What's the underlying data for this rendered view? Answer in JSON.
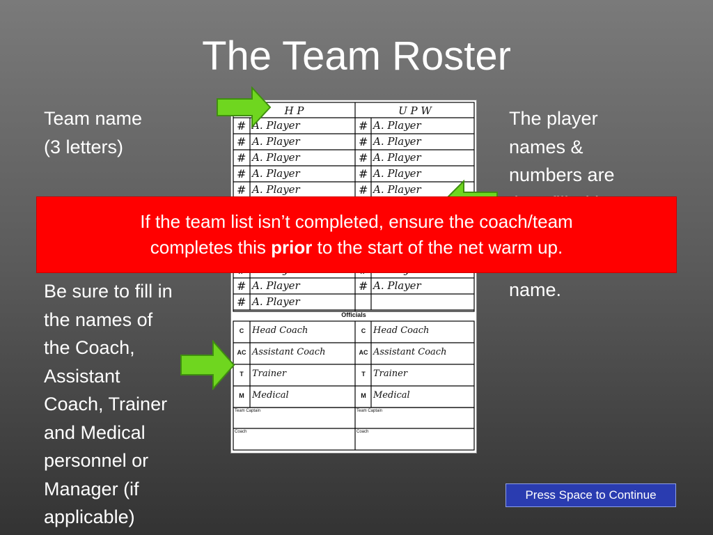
{
  "title": "The Team Roster",
  "left_top": {
    "line1": "Team name",
    "line2": "(3 letters)"
  },
  "left_bottom": [
    "Be sure to fill in",
    "the names of",
    "the Coach,",
    "Assistant",
    "Coach, Trainer",
    "and Medical",
    "personnel or",
    "Manager (if",
    "applicable)"
  ],
  "right_text": {
    "line1": "The player",
    "line2": "names &",
    "line3": "numbers are",
    "line4": "then filled in",
    "last": "name."
  },
  "banner": {
    "part1": "If the team list isn’t completed, ensure the coach/team",
    "part2": "completes this ",
    "bold": "prior",
    "part3": " to the start of the net warm up."
  },
  "continue_button": "Press Space to Continue",
  "roster": {
    "team_left": "H P",
    "team_right": "U P W",
    "hash": "#",
    "player": "A. Player",
    "officials_label": "Officials",
    "officials": [
      {
        "code": "C",
        "left": "Head Coach",
        "right": "Head Coach"
      },
      {
        "code": "AC",
        "left": "Assistant Coach",
        "right": "Assistant Coach"
      },
      {
        "code": "T",
        "left": "Trainer",
        "right": "Trainer"
      },
      {
        "code": "M",
        "left": "Medical",
        "right": "Medical"
      }
    ],
    "team_captain_label": "Team Captain",
    "coach_label": "Coach"
  },
  "colors": {
    "banner": "#ff0000",
    "arrow_fill": "#6fd61f",
    "arrow_stroke": "#3f8f0f",
    "button": "#2a3cb0"
  }
}
